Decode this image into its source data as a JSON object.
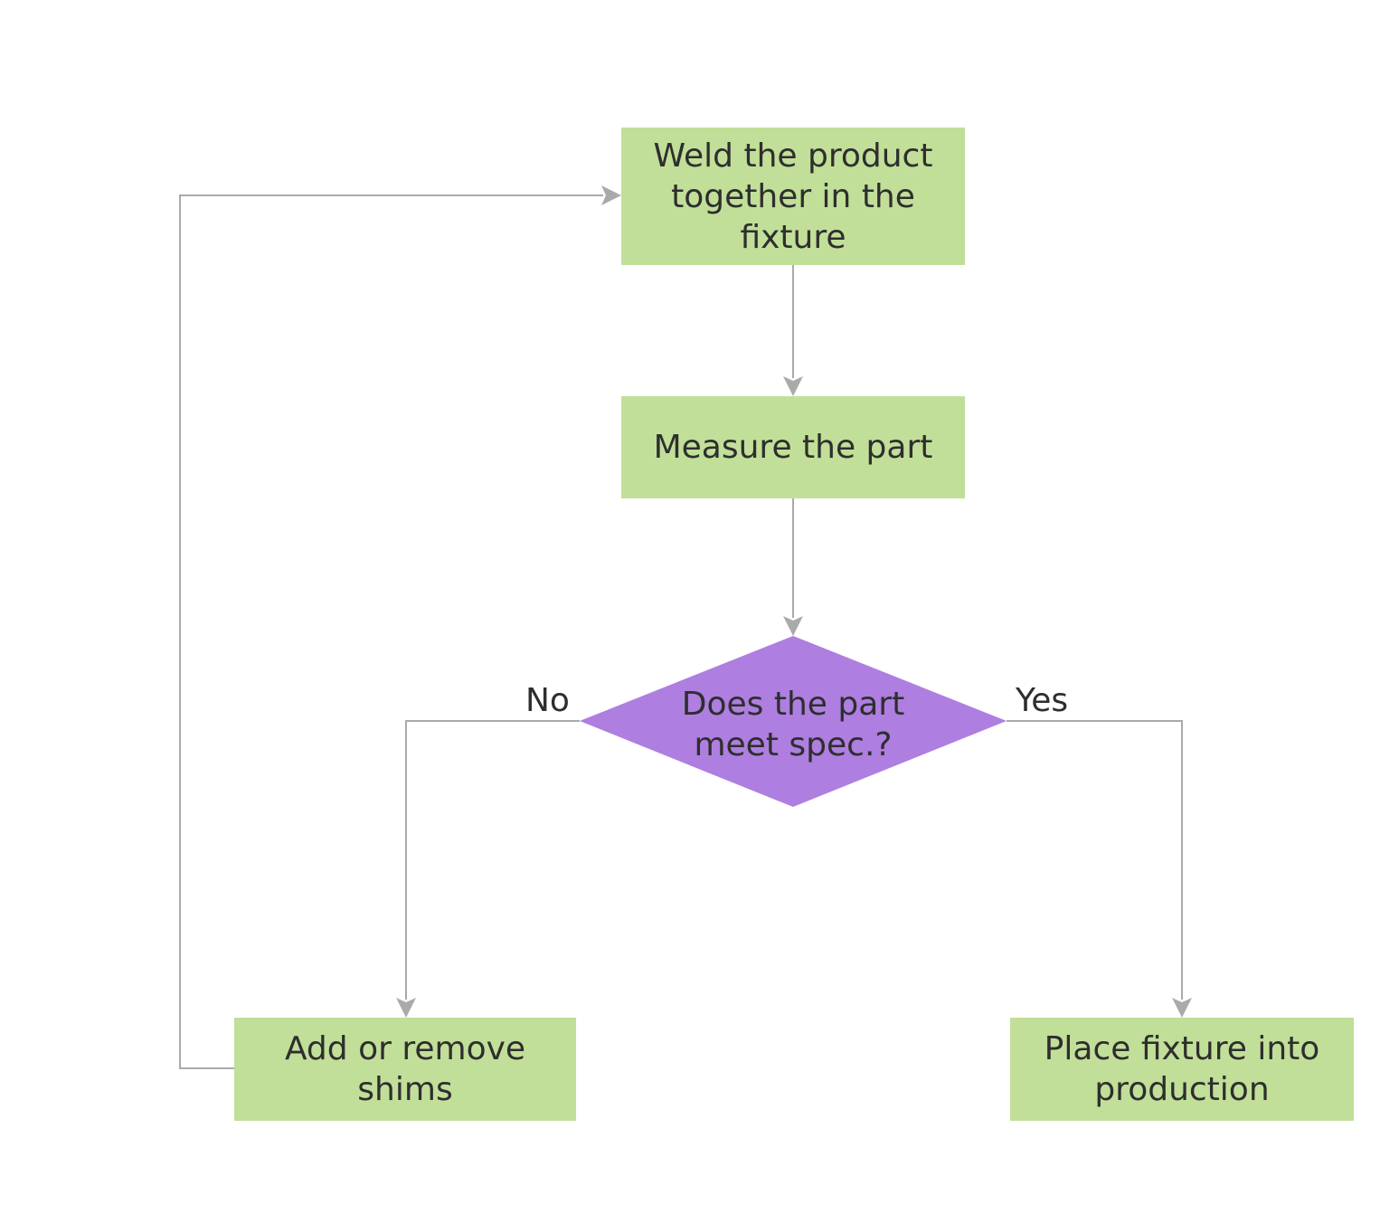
{
  "diagram": {
    "colors": {
      "process_fill": "#c1df98",
      "decision_fill": "#ae7ee0",
      "connector": "#aaaaaa",
      "text": "#2e2e2e"
    },
    "nodes": {
      "weld": {
        "label": "Weld the product\ntogether in the fixture"
      },
      "measure": {
        "label": "Measure the part"
      },
      "decision": {
        "label": "Does the part\nmeet spec.?"
      },
      "shims": {
        "label": "Add or remove shims"
      },
      "production": {
        "label": "Place fixture into\nproduction"
      }
    },
    "edges": {
      "no_label": "No",
      "yes_label": "Yes"
    }
  }
}
